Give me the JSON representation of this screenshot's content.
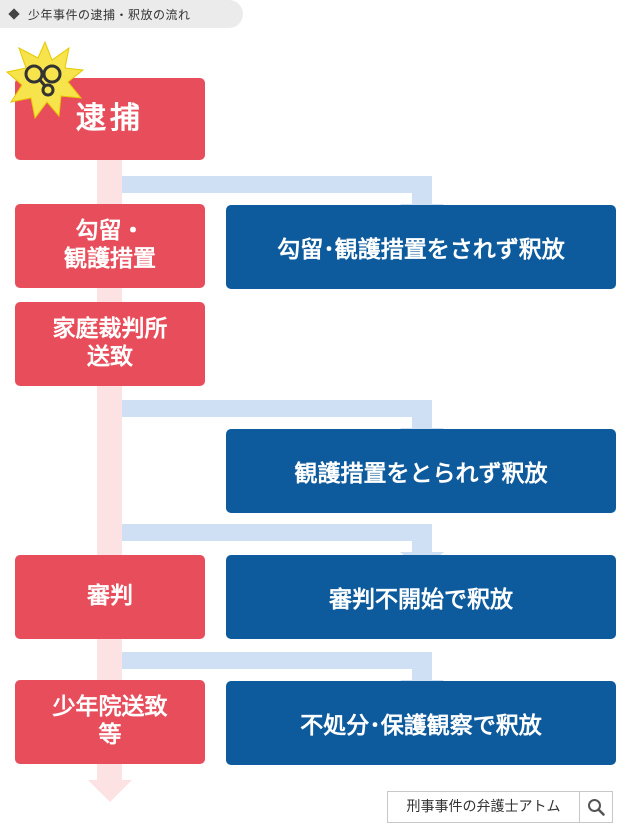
{
  "title": "少年事件の逮捕・釈放の流れ",
  "steps": {
    "arrest": "逮捕",
    "detention_line1": "勾留・",
    "detention_line2": "観護措置",
    "referral_line1": "家庭裁判所",
    "referral_line2": "送致",
    "hearing": "審判",
    "reformatory_line1": "少年院送致",
    "reformatory_line2": "等"
  },
  "outcomes": {
    "release1": "勾留･観護措置をされず釈放",
    "release2": "観護措置をとられず釈放",
    "release3": "審判不開始で釈放",
    "release4": "不処分･保護観察で釈放"
  },
  "footer": {
    "search_label": "刑事事件の弁護士アトム"
  },
  "colors": {
    "step_red": "#e84d5b",
    "outcome_blue": "#0d5a9c",
    "trunk_pink": "#fde2e4",
    "branch_blue": "#cfdff4",
    "burst_yellow": "#f7e34b"
  },
  "icons": {
    "burst": "handcuffs-icon",
    "search": "search-icon"
  }
}
